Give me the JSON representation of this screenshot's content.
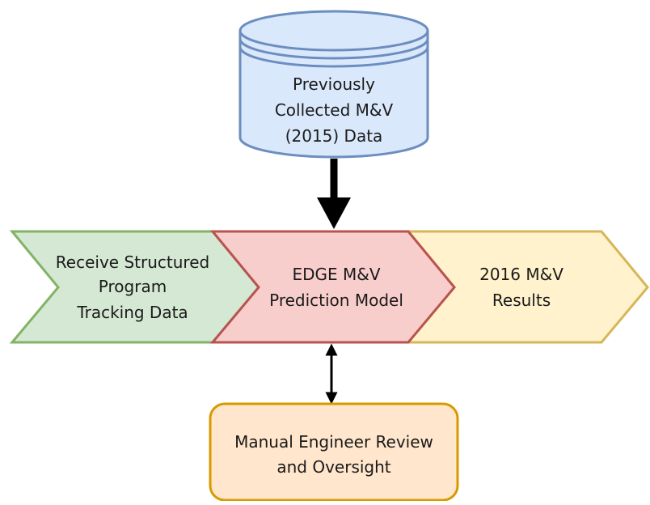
{
  "database": {
    "lines": [
      "Previously",
      "Collected M&V",
      "(2015) Data"
    ]
  },
  "steps": [
    {
      "lines": [
        "Receive Structured",
        "Program",
        "Tracking Data"
      ]
    },
    {
      "lines": [
        "EDGE M&V",
        "Prediction Model"
      ]
    },
    {
      "lines": [
        "2016 M&V",
        "Results"
      ]
    }
  ],
  "review": {
    "lines": [
      "Manual Engineer Review",
      "and Oversight"
    ]
  },
  "colors": {
    "database_fill": "#dae8fc",
    "database_stroke": "#6c8ebf",
    "step1_fill": "#d5e8d4",
    "step1_stroke": "#82b366",
    "step2_fill": "#f8cecc",
    "step2_stroke": "#b85450",
    "step3_fill": "#fff2cc",
    "step3_stroke": "#d6b656",
    "review_fill": "#ffe6cc",
    "review_stroke": "#d79b00",
    "arrow": "#000000"
  }
}
